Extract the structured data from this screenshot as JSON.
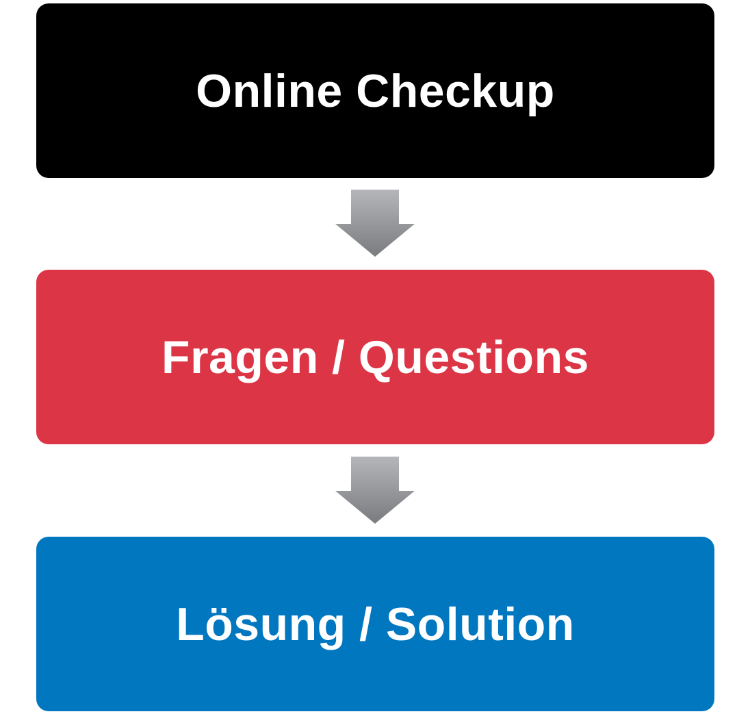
{
  "flowchart": {
    "steps": [
      {
        "label": "Online Checkup",
        "color": "#000000"
      },
      {
        "label": "Fragen / Questions",
        "color": "#dc3545"
      },
      {
        "label": "Lösung / Solution",
        "color": "#0077bf"
      }
    ],
    "connectors": [
      {
        "icon": "down-arrow-icon",
        "color_top": "#b5b6b9",
        "color_bottom": "#7a7b7e"
      },
      {
        "icon": "down-arrow-icon",
        "color_top": "#b5b6b9",
        "color_bottom": "#7a7b7e"
      }
    ]
  }
}
